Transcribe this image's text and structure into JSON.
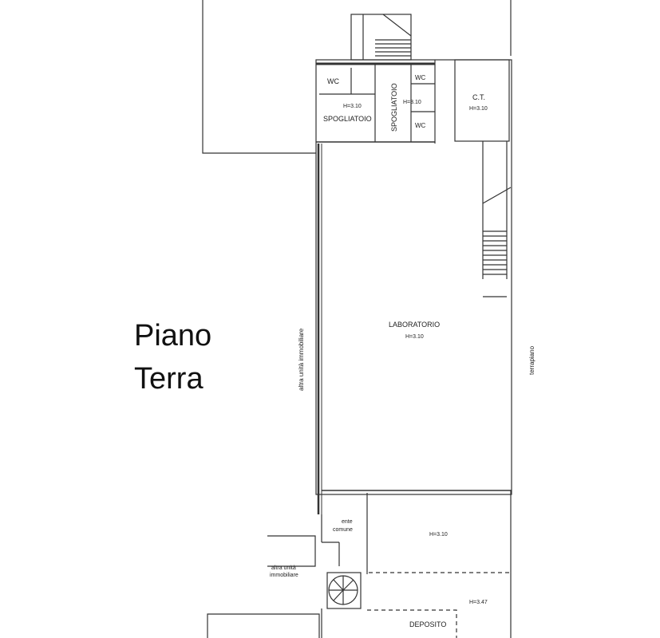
{
  "title": {
    "line1": "Piano",
    "line2": "Terra"
  },
  "rooms": {
    "wc_1": "WC",
    "wc_2": "WC",
    "wc_3": "WC",
    "spogliatoio_1": "SPOGLIATOIO",
    "spogliatoio_2": "SPOGLIATOIO",
    "h_spogliatoio_1": "H=3.10",
    "h_spogliatoio_2": "H=3.10",
    "ct": "C.T.",
    "h_ct": "H=3.10",
    "laboratorio": "LABORATORIO",
    "h_laboratorio": "H=3.10",
    "ente_line1": "ente",
    "ente_line2": "comune",
    "h_lower": "H=3.10",
    "altra_line1": "altra unità",
    "altra_line2": "immobiliare",
    "deposito": "DEPOSITO",
    "h_deposito": "H=3.47"
  },
  "side_labels": {
    "left": "altra unità immobiliare",
    "right": "terrapiano"
  }
}
